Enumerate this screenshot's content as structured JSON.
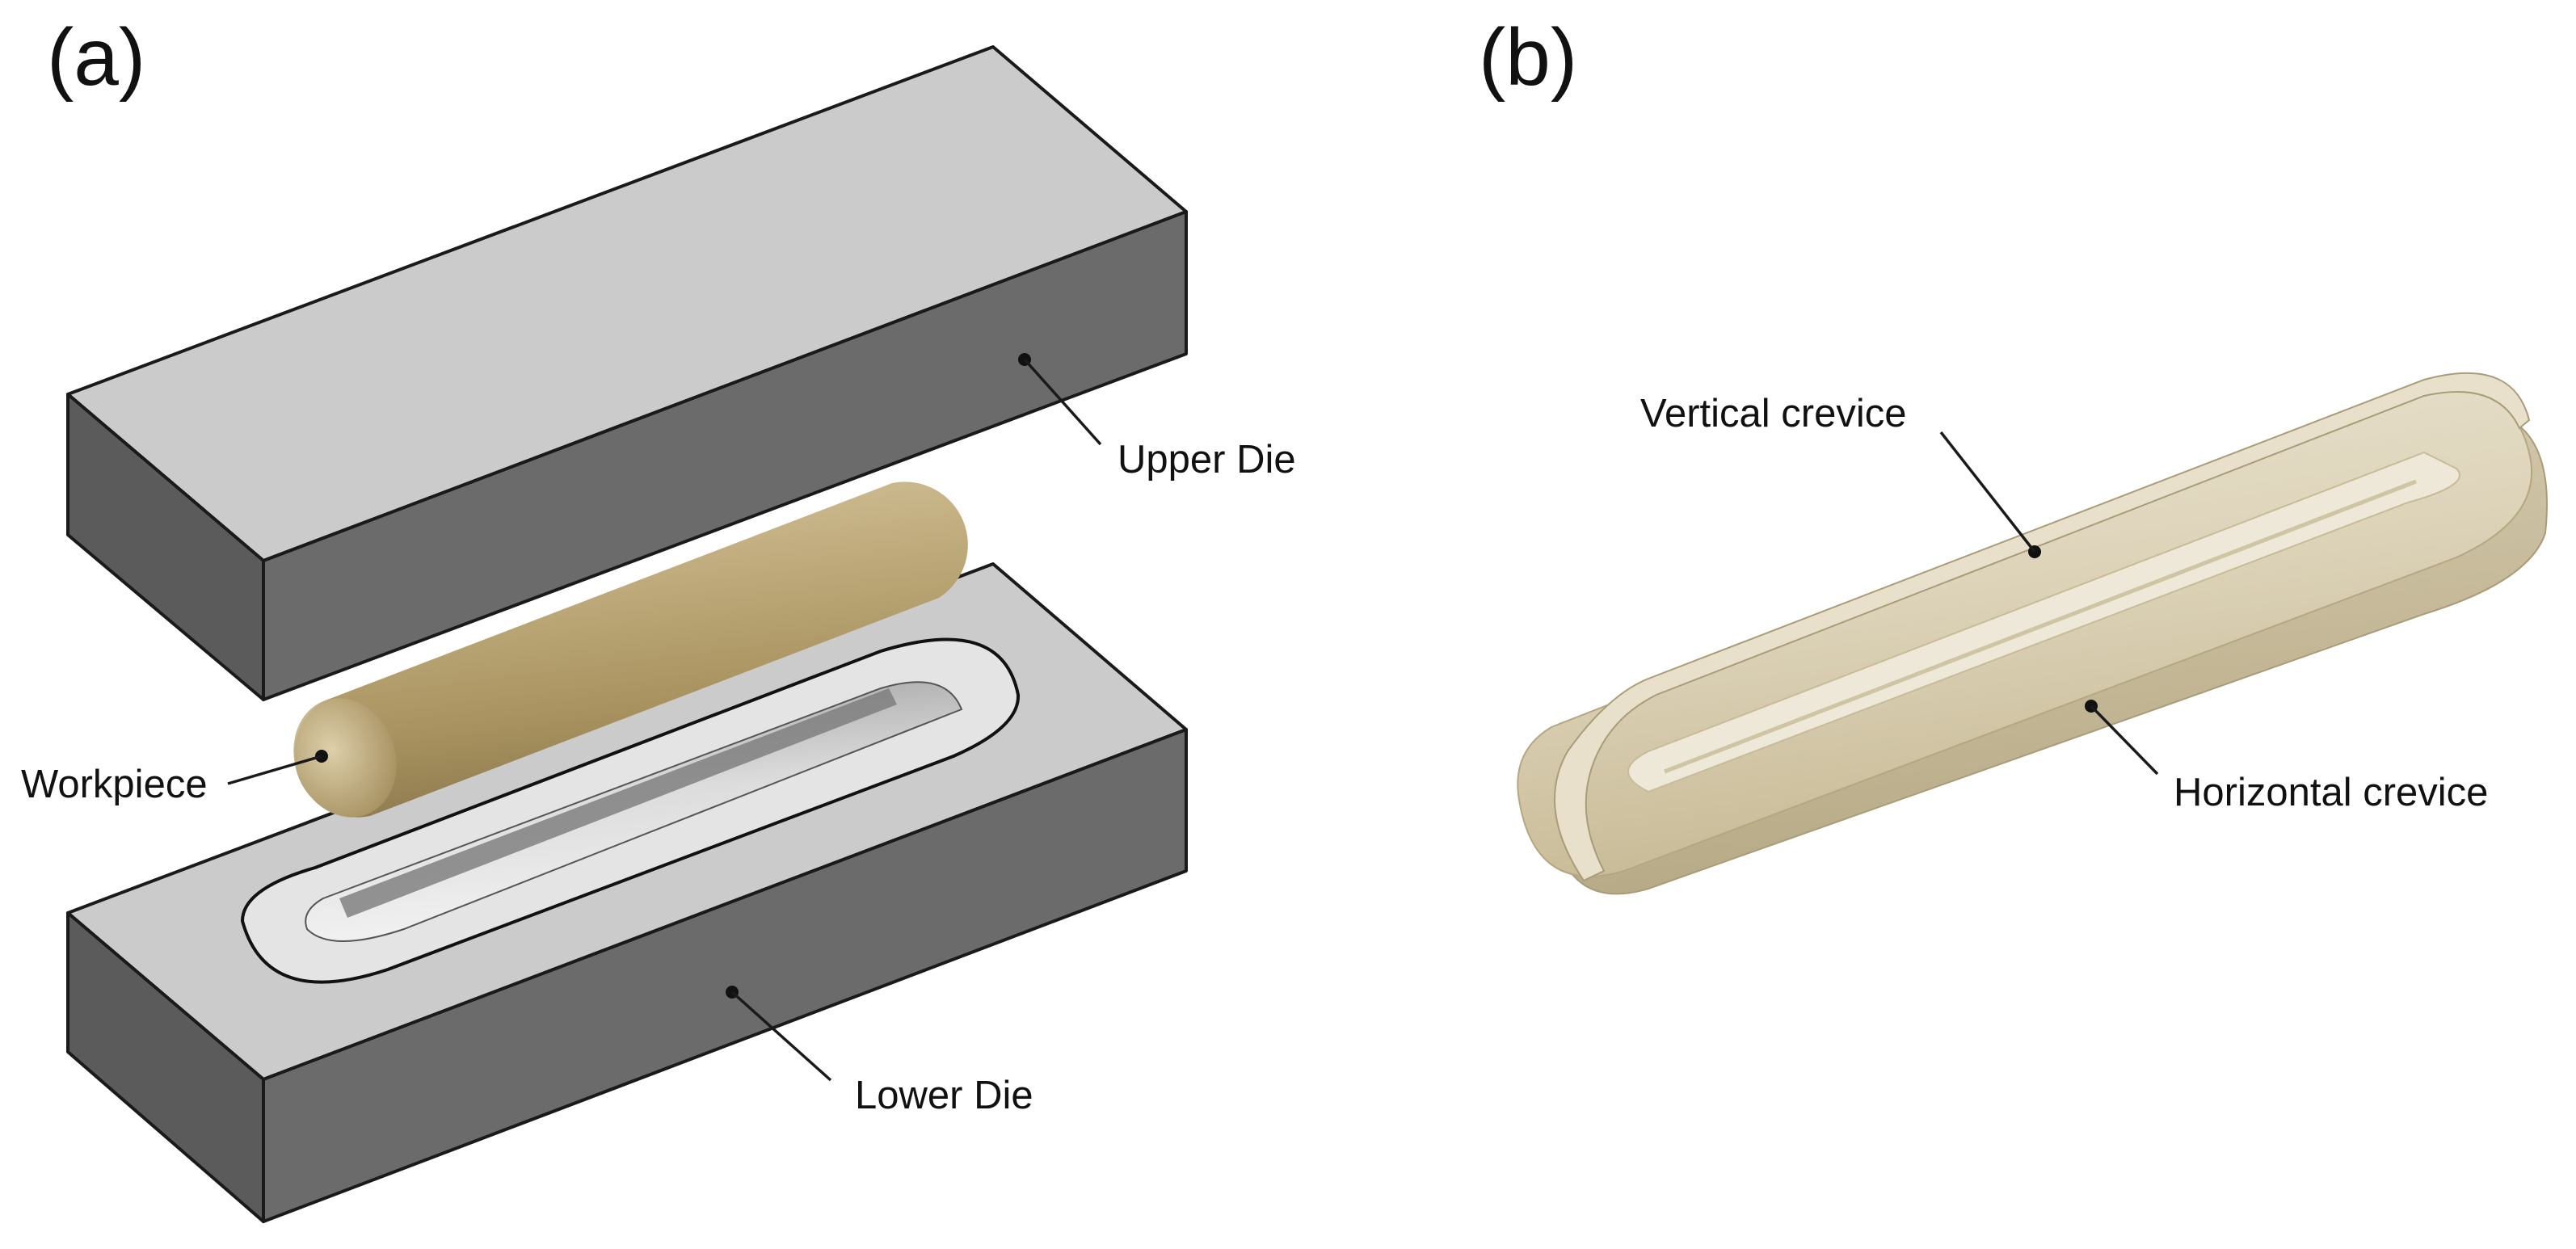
{
  "panels": {
    "a": {
      "label": "(a)",
      "callouts": {
        "upper_die": "Upper Die",
        "workpiece": "Workpiece",
        "lower_die": "Lower Die"
      }
    },
    "b": {
      "label": "(b)",
      "callouts": {
        "vertical_crevice": "Vertical crevice",
        "horizontal_crevice": "Horizontal crevice"
      }
    }
  },
  "colors": {
    "die_top": "#cbcbcb",
    "die_front": "#6b6b6b",
    "die_side": "#595959",
    "workpiece": "#b8a57a",
    "formed_part": "#d9cfb6"
  }
}
